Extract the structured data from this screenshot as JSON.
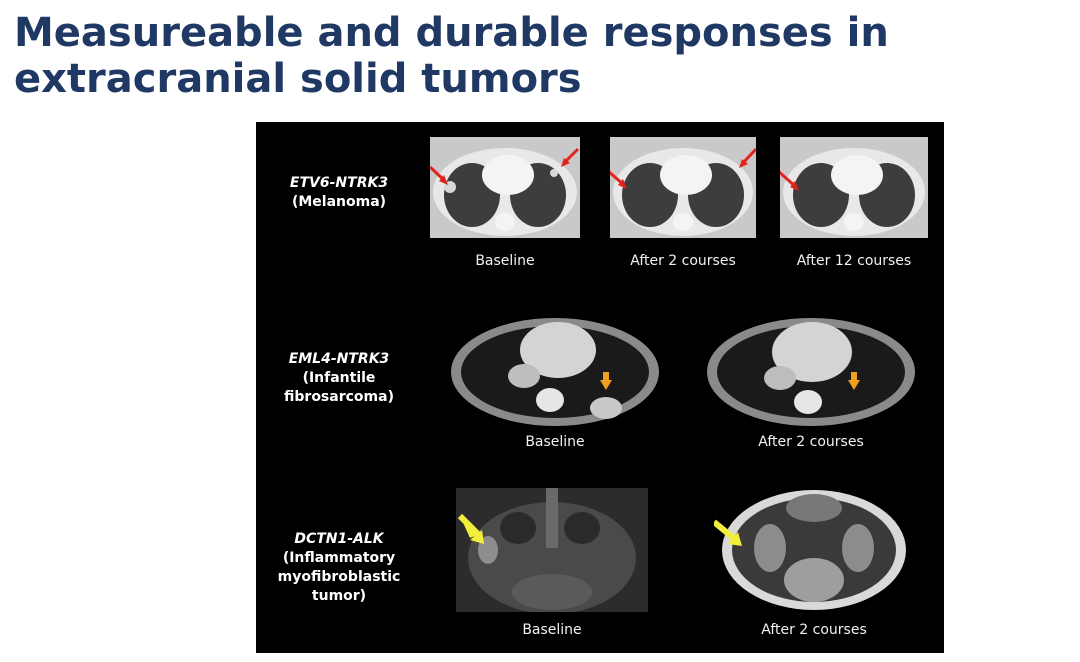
{
  "title": "Measureable and durable responses in extracranial solid tumors",
  "rows": [
    {
      "gene": "ETV6-NTRK3",
      "diagnosis": [
        "(Melanoma)"
      ],
      "captions": [
        "Baseline",
        "After 2 courses",
        "After 12 courses"
      ]
    },
    {
      "gene": "EML4-NTRK3",
      "diagnosis": [
        "(Infantile",
        "fibrosarcoma)"
      ],
      "captions": [
        "Baseline",
        "After 2 courses"
      ]
    },
    {
      "gene": "DCTN1-ALK",
      "diagnosis": [
        "(Inflammatory",
        "myofibroblastic",
        "tumor)"
      ],
      "captions": [
        "Baseline",
        "After 2 courses"
      ]
    }
  ],
  "colors": {
    "title": "#1f3864",
    "panel": "#000000",
    "red_arrow": "#e0241b",
    "orange_arrow": "#f0a020",
    "yellow_arrow": "#f2ee3c"
  }
}
